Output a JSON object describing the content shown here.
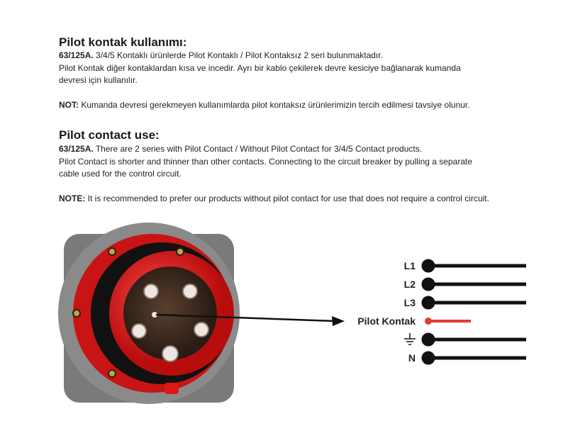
{
  "tr": {
    "title": "Pilot kontak kullanımı:",
    "p1_bold": "63/125A.",
    "p1": " 3/4/5 Kontaklı ürünlerde Pilot Kontaklı / Pilot Kontaksız 2 seri bulunmaktadır.",
    "p2": "Pilot Kontak diğer kontaklardan kısa ve incedir. Ayrı bir kablo çekilerek devre kesiciye bağlanarak kumanda devresi için kullanılır.",
    "note_bold": "NOT:",
    "note": " Kumanda devresi gerekmeyen kullanımlarda pilot kontaksız ürünlerimizin tercih edilmesi tavsiye olunur."
  },
  "en": {
    "title": "Pilot contact use:",
    "p1_bold": "63/125A.",
    "p1": " There are 2 series with Pilot Contact / Without Pilot Contact for 3/4/5 Contact products.",
    "p2": "Pilot Contact is shorter and thinner than other contacts. Connecting to the circuit breaker by pulling a separate cable used for the control circuit.",
    "note_bold": "NOTE:",
    "note": " It is recommended to prefer our products without pilot contact for use that does not require a control circuit."
  },
  "diagram": {
    "l1": "L1",
    "l2": "L2",
    "l3": "L3",
    "pilot": "Pilot Kontak",
    "ground_icon": "earth-ground-icon",
    "n": "N",
    "pilot_color": "#e53935",
    "wire_color": "#111111"
  }
}
